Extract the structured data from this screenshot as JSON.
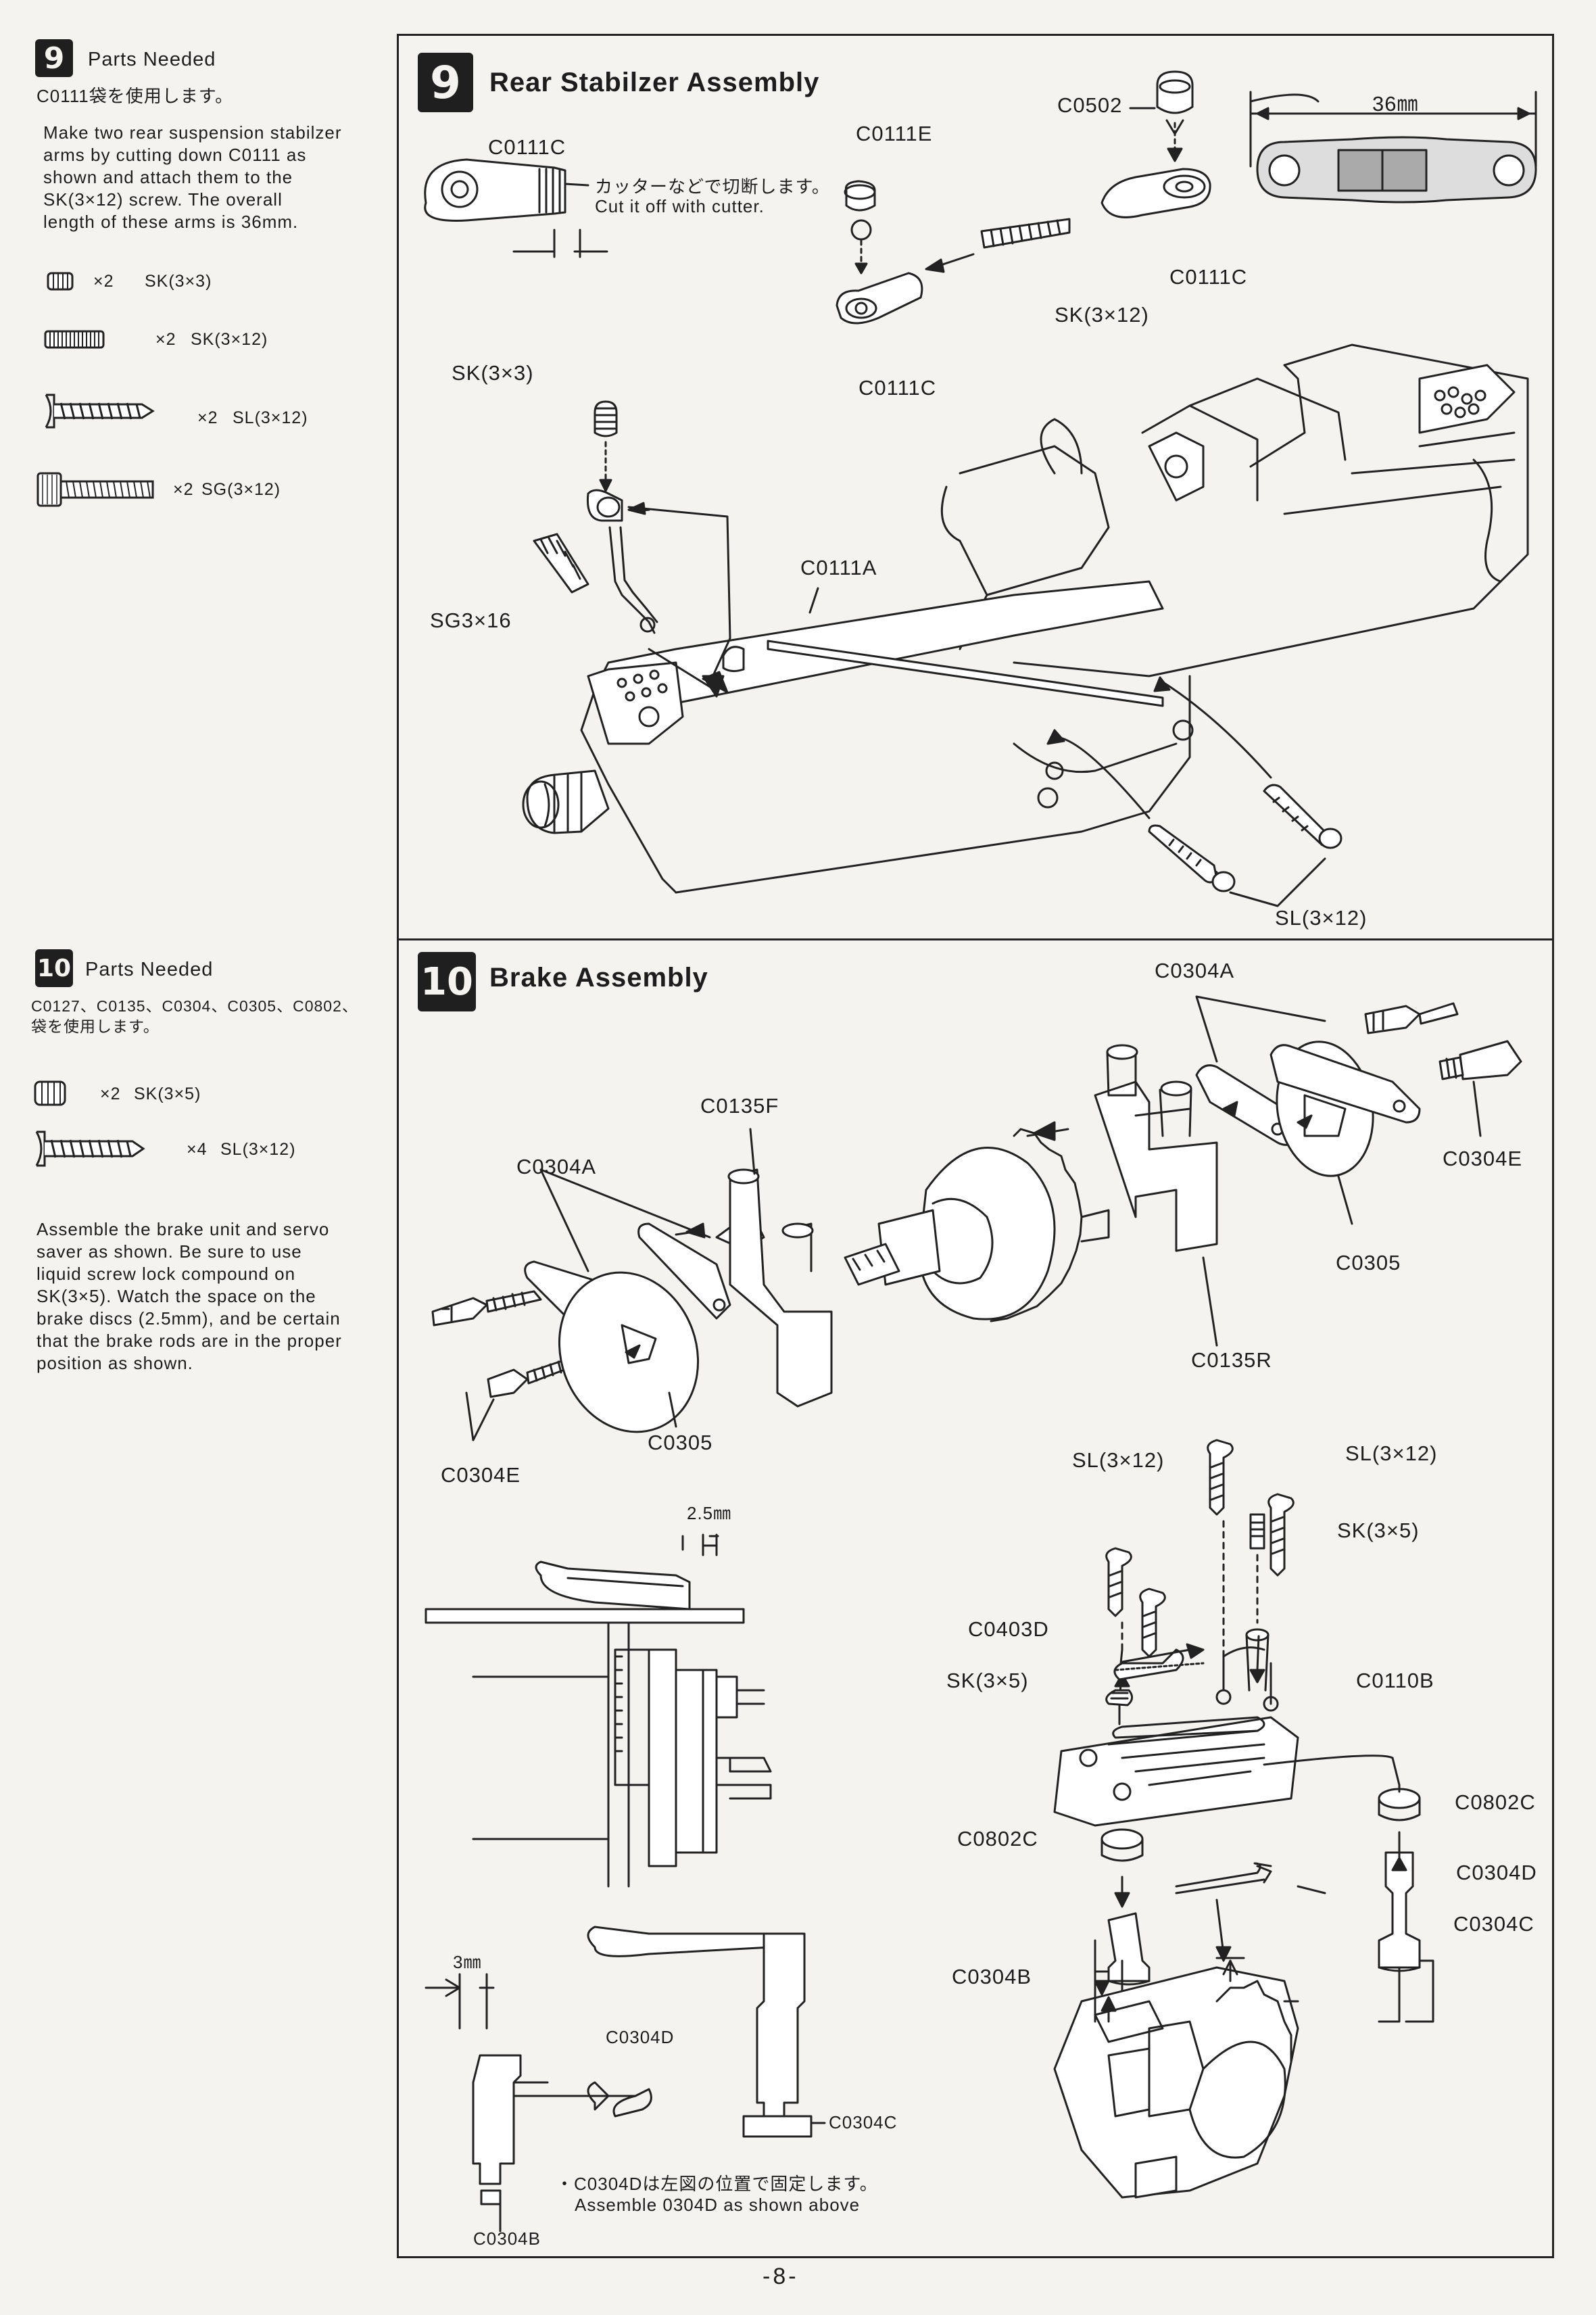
{
  "page_number": "-8-",
  "step9": {
    "number": "9",
    "parts_title": "Parts Needed",
    "parts_bag": "C0111袋を使用します。",
    "instructions": [
      "Make two rear suspension stabilzer",
      "arms by cutting down C0111 as",
      "shown and attach them to the",
      "SK(3×12) screw. The overall",
      "length of these arms is 36mm."
    ],
    "parts": [
      {
        "qty": "×2",
        "name": "SK(3×3)"
      },
      {
        "qty": "×2",
        "name": "SK(3×12)"
      },
      {
        "qty": "×2",
        "name": "SL(3×12)"
      },
      {
        "qty": "×2",
        "name": "SG(3×12)"
      }
    ],
    "panel_title": "Rear Stabilzer Assembly",
    "labels": {
      "c0111c_top": "C0111C",
      "cut_jp": "カッターなどで切断します。",
      "cut_en": "Cut it off with cutter.",
      "c0111e": "C0111E",
      "c0502": "C0502",
      "length": "36㎜",
      "c0111c_right": "C0111C",
      "sk312": "SK(3×12)",
      "c0111c_mid": "C0111C",
      "sk33": "SK(3×3)",
      "c0111a": "C0111A",
      "sg316": "SG3×16",
      "sl312": "SL(3×12)"
    }
  },
  "step10": {
    "number": "10",
    "parts_title": "Parts Needed",
    "parts_bag_1": "C0127、C0135、C0304、C0305、C0802、",
    "parts_bag_2": "袋を使用します。",
    "parts": [
      {
        "qty": "×2",
        "name": "SK(3×5)"
      },
      {
        "qty": "×4",
        "name": "SL(3×12)"
      }
    ],
    "instructions": [
      "Assemble the brake unit and servo",
      "saver as shown. Be sure to use",
      "liquid screw lock compound on",
      "SK(3×5). Watch the space on the",
      "brake discs (2.5mm), and be certain",
      "that the brake rods are in the proper",
      "position as shown."
    ],
    "panel_title": "Brake Assembly",
    "labels": {
      "c0304a_top": "C0304A",
      "c0135f": "C0135F",
      "c0304a_left": "C0304A",
      "c0304e_right": "C0304E",
      "c0305_right": "C0305",
      "c0135r": "C0135R",
      "c0305_left": "C0305",
      "c0304e_left": "C0304E",
      "gap": "2.5㎜",
      "sl312_a": "SL(3×12)",
      "sl312_b": "SL(3×12)",
      "sk35_a": "SK(3×5)",
      "c0403d": "C0403D",
      "sk35_b": "SK(3×5)",
      "c0110b": "C0110B",
      "c0802c_right": "C0802C",
      "c0802c_left": "C0802C",
      "c0304d_right": "C0304D",
      "c0304c_right": "C0304C",
      "c0304b_mid": "C0304B",
      "spacing": "3㎜",
      "c0304d_bottom": "C0304D",
      "c0304c_bottom": "C0304C",
      "c0304b_bottom": "C0304B",
      "note_jp": "・C0304Dは左図の位置で固定します。",
      "note_en": "Assemble 0304D as shown above"
    }
  }
}
